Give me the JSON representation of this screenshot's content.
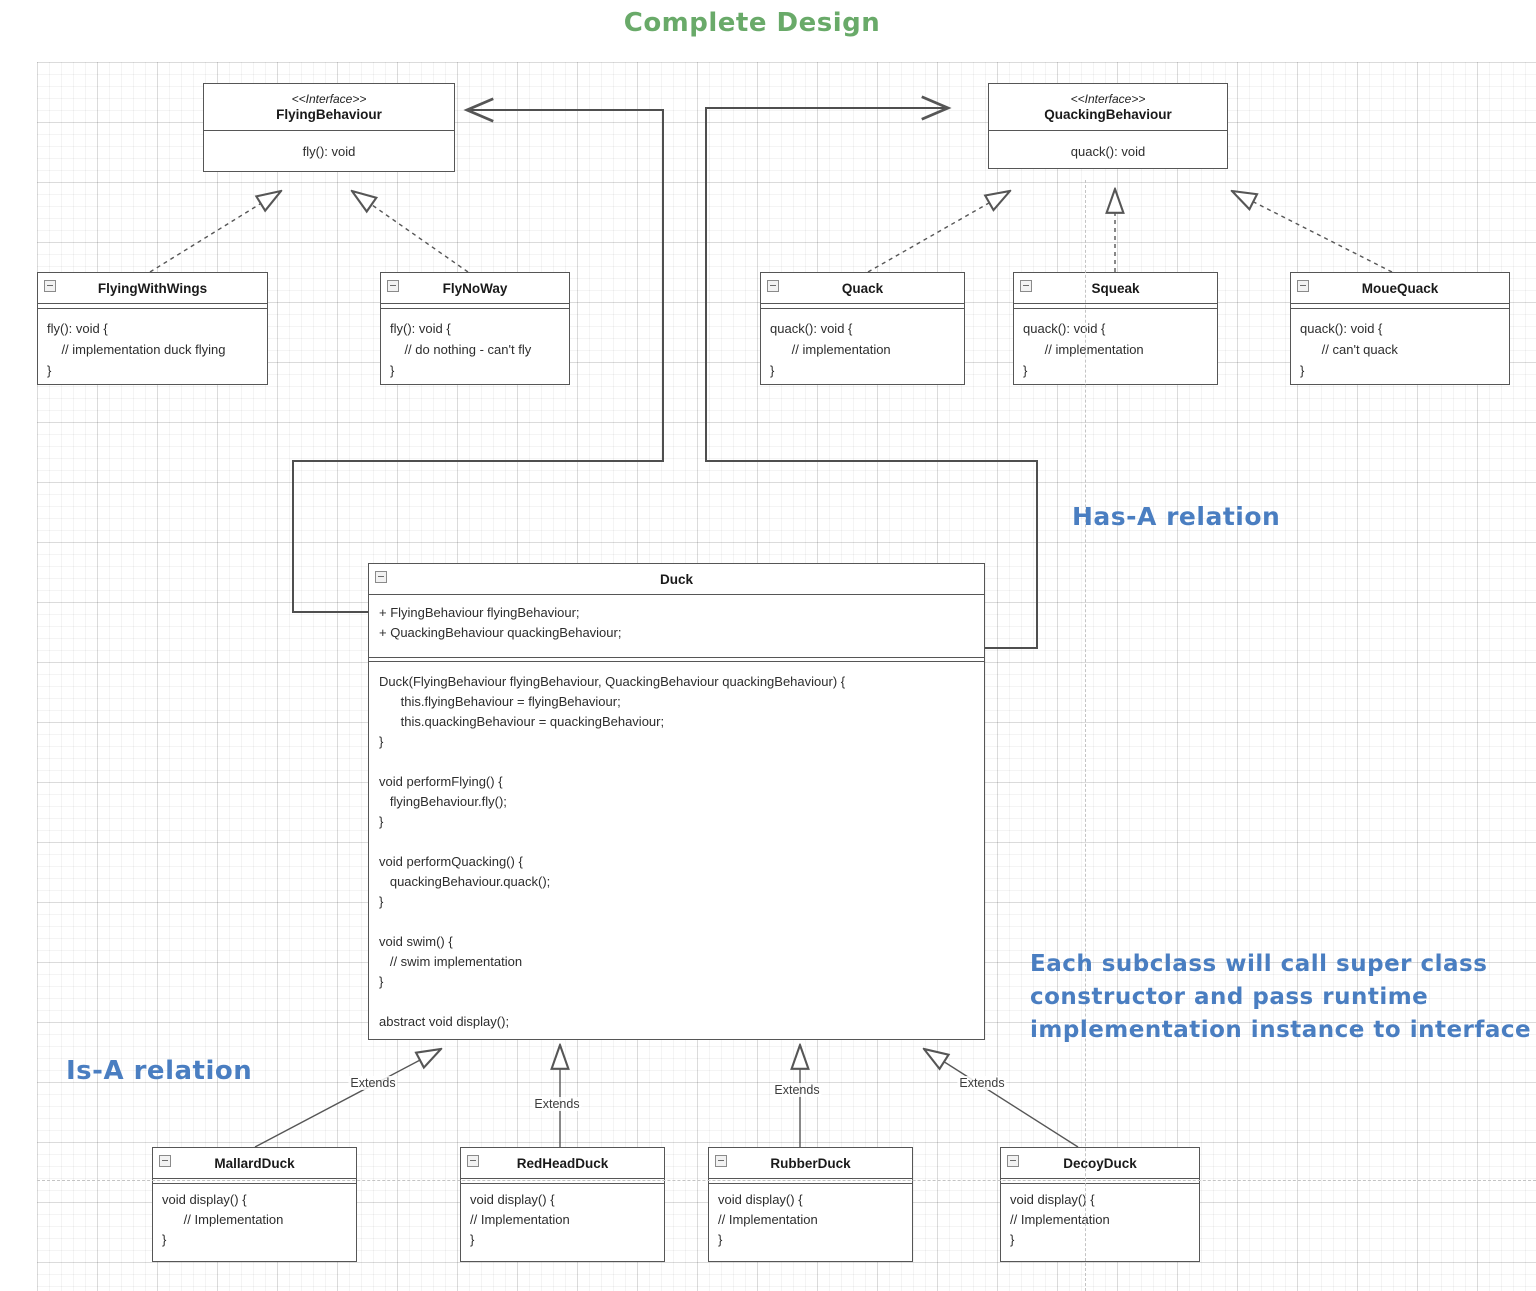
{
  "title": {
    "text": "Complete Design",
    "color": "#69aa69"
  },
  "icons": {
    "collapse": "minus-square"
  },
  "colors": {
    "annotation_blue": "#4a7ec1",
    "title_green": "#69aa69",
    "shape_stroke": "#565656"
  },
  "interfaces": [
    {
      "stereotype": "<<Interface>>",
      "name": "FlyingBehaviour",
      "method": "fly(): void"
    },
    {
      "stereotype": "<<Interface>>",
      "name": "QuackingBehaviour",
      "method": "quack(): void"
    }
  ],
  "impl_classes": [
    {
      "name": "FlyingWithWings",
      "body": "fly(): void {\n    // implementation duck flying\n}"
    },
    {
      "name": "FlyNoWay",
      "body": "fly(): void {\n    // do nothing - can't fly\n}"
    },
    {
      "name": "Quack",
      "body": "quack(): void {\n      // implementation\n}"
    },
    {
      "name": "Squeak",
      "body": "quack(): void {\n      // implementation\n}"
    },
    {
      "name": "MoueQuack",
      "body": "quack(): void {\n      // can't quack\n}"
    }
  ],
  "duck": {
    "name": "Duck",
    "fields": "+ FlyingBehaviour flyingBehaviour;\n+ QuackingBehaviour quackingBehaviour;",
    "methods": "Duck(FlyingBehaviour flyingBehaviour, QuackingBehaviour quackingBehaviour) {\n      this.flyingBehaviour = flyingBehaviour;\n      this.quackingBehaviour = quackingBehaviour;\n}\n\nvoid performFlying() {\n   flyingBehaviour.fly();\n}\n\nvoid performQuacking() {\n   quackingBehaviour.quack();\n}\n\nvoid swim() {\n   // swim implementation\n}\n\nabstract void display();"
  },
  "subclasses": [
    {
      "name": "MallardDuck",
      "body": "void display() {\n      // Implementation\n}"
    },
    {
      "name": "RedHeadDuck",
      "body": "void display() {\n// Implementation\n}"
    },
    {
      "name": "RubberDuck",
      "body": "void display() {\n// Implementation\n}"
    },
    {
      "name": "DecoyDuck",
      "body": "void display() {\n// Implementation\n}"
    }
  ],
  "edges": {
    "extends_labels": [
      "Extends",
      "Extends",
      "Extends",
      "Extends"
    ]
  },
  "annotations": {
    "has_a": "Has-A relation",
    "is_a": "Is-A relation",
    "note": "Each subclass will call super class\nconstructor and pass runtime\nimplementation instance to interface"
  }
}
